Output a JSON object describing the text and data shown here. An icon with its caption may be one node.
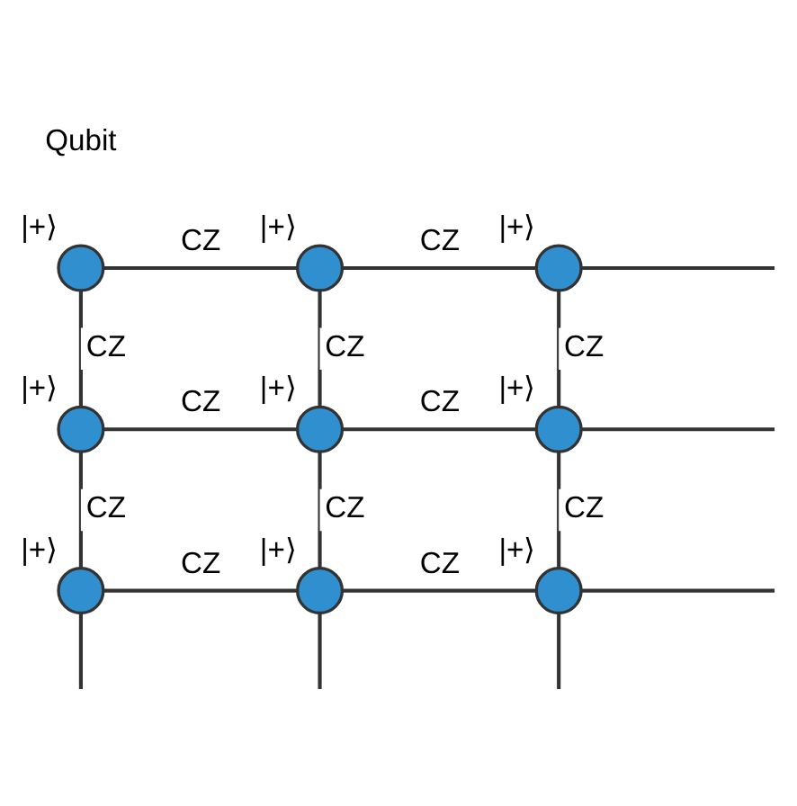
{
  "diagram": {
    "nodes": [
      {
        "text": [],
        "shape": "circle",
        "beside": [
          "|+⟩"
        ]
      },
      {
        "text": [],
        "shape": "circle",
        "beside": [
          "|+⟩"
        ]
      },
      {
        "text": [],
        "shape": "circle",
        "beside": [
          "|+⟩"
        ]
      },
      {
        "text": [],
        "shape": "circle",
        "beside": [
          "|+⟩"
        ]
      },
      {
        "text": [],
        "shape": "circle",
        "beside": [
          "|+⟩"
        ]
      },
      {
        "text": [],
        "shape": "circle",
        "beside": [
          "|+⟩"
        ]
      },
      {
        "text": [],
        "shape": "circle",
        "beside": [
          "|+⟩"
        ]
      },
      {
        "text": [],
        "shape": "circle",
        "beside": [
          "|+⟩"
        ]
      },
      {
        "text": [],
        "shape": "circle",
        "beside": [
          "|+⟩"
        ]
      }
    ],
    "edges": [
      {
        "from": 0,
        "to": 1,
        "arrow": "none",
        "label": "CZ"
      },
      {
        "from": 1,
        "to": 2,
        "arrow": "none",
        "label": "CZ"
      },
      {
        "from": 2,
        "to": null,
        "arrow": "none"
      },
      {
        "from": 0,
        "to": 3,
        "arrow": "none",
        "label": "CZ"
      },
      {
        "from": 1,
        "to": 4,
        "arrow": "none",
        "label": "CZ"
      },
      {
        "from": 2,
        "to": 5,
        "arrow": "none",
        "label": "CZ"
      },
      {
        "from": 3,
        "to": 4,
        "arrow": "none",
        "label": "CZ"
      },
      {
        "from": 4,
        "to": 5,
        "arrow": "none",
        "label": "CZ"
      },
      {
        "from": 5,
        "to": null,
        "arrow": "none"
      },
      {
        "from": 3,
        "to": 6,
        "arrow": "none",
        "label": "CZ"
      },
      {
        "from": 4,
        "to": 7,
        "arrow": "none",
        "label": "CZ"
      },
      {
        "from": 5,
        "to": 8,
        "arrow": "none",
        "label": "CZ"
      },
      {
        "from": 6,
        "to": 7,
        "arrow": "none",
        "label": "CZ"
      },
      {
        "from": 7,
        "to": 8,
        "arrow": "none",
        "label": "CZ"
      },
      {
        "from": 8,
        "to": null,
        "arrow": "none"
      },
      {
        "from": 6,
        "to": null,
        "arrow": "none"
      },
      {
        "from": 7,
        "to": null,
        "arrow": "none"
      },
      {
        "from": 8,
        "to": null,
        "arrow": "none"
      }
    ],
    "labels": [
      "Qubit"
    ]
  }
}
